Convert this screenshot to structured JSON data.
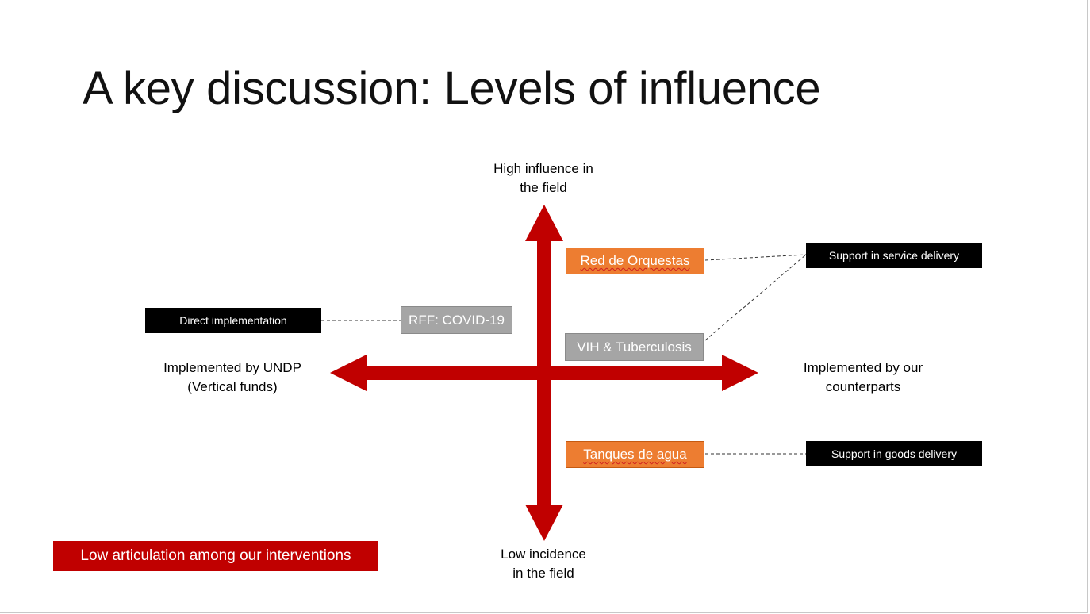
{
  "slide": {
    "title": "A key discussion: Levels of influence"
  },
  "axes": {
    "top": [
      "High influence in",
      "the field"
    ],
    "bottom": [
      "Low incidence",
      "in the field"
    ],
    "left": [
      "Implemented by UNDP",
      "(Vertical funds)"
    ],
    "right": [
      "Implemented by our",
      "counterparts"
    ]
  },
  "interventions": {
    "red_de_orquestas": "Red de Orquestas",
    "vih_tuberculosis": "VIH & Tuberculosis",
    "tanques_de_agua": "Tanques de agua",
    "rff_covid": "RFF: COVID-19"
  },
  "notes": {
    "service_delivery": "Support in service delivery",
    "goods_delivery": "Support in goods delivery",
    "direct_implementation": "Direct implementation"
  },
  "banner": {
    "text": "Low articulation among our interventions"
  },
  "colors": {
    "arrow": "#c00000",
    "orange_box": "#ed7d31",
    "gray_box": "#a5a5a5",
    "note_box": "#000000",
    "banner": "#c00000"
  }
}
